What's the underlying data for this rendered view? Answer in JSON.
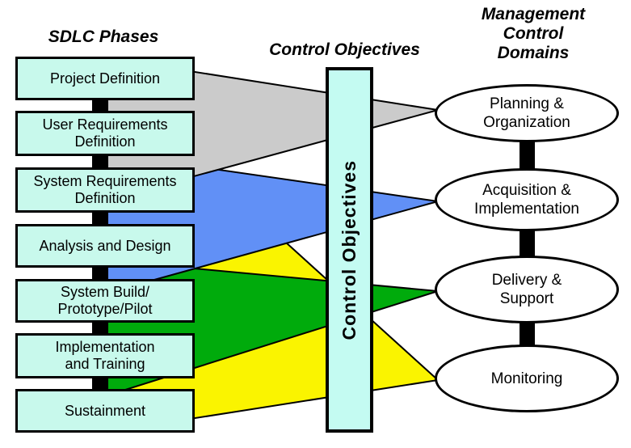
{
  "titles": {
    "sdlc": "SDLC Phases",
    "control_objectives": "Control Objectives",
    "management": "Management\nControl\nDomains"
  },
  "column": {
    "label": "Control Objectives"
  },
  "phases": [
    {
      "label": "Project Definition"
    },
    {
      "label": "User Requirements\nDefinition"
    },
    {
      "label": "System Requirements\nDefinition"
    },
    {
      "label": "Analysis and Design"
    },
    {
      "label": "System Build/\nPrototype/Pilot"
    },
    {
      "label": "Implementation\nand Training"
    },
    {
      "label": "Sustainment"
    }
  ],
  "domains": [
    {
      "label": "Planning &\nOrganization"
    },
    {
      "label": "Acquisition &\nImplementation"
    },
    {
      "label": "Delivery &\nSupport"
    },
    {
      "label": "Monitoring"
    }
  ],
  "colors": {
    "band_planning": "#CBCBCB",
    "band_acquisition": "#6190F6",
    "band_delivery": "#00AB0C",
    "band_monitoring": "#FAF400",
    "node_fill": "#C8F9EC",
    "outline": "#000000"
  }
}
